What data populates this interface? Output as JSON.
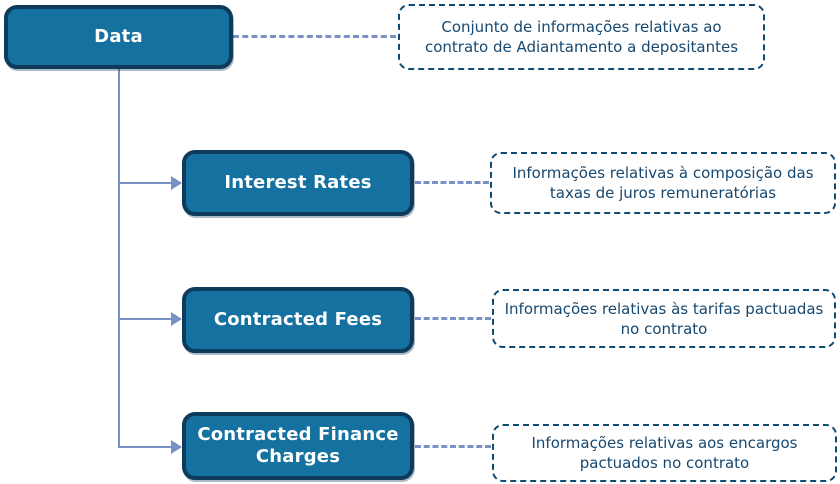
{
  "diagram": {
    "root": {
      "label": "Data",
      "description": "Conjunto de informações relativas ao contrato de Adiantamento a depositantes"
    },
    "children": [
      {
        "label": "Interest Rates",
        "description": "Informações relativas à composição das taxas de juros remuneratórias"
      },
      {
        "label": "Contracted Fees",
        "description": "Informações relativas às tarifas pactuadas no contrato"
      },
      {
        "label": "Contracted Finance Charges",
        "description": "Informações relativas aos encargos pactuados no contrato"
      }
    ],
    "colors": {
      "node_fill": "#15719F",
      "node_border": "#0E3A5C",
      "node_text": "#FFFFFF",
      "annotation_border": "#0E4A72",
      "annotation_text": "#17486F",
      "connector": "#7B90C3"
    }
  }
}
